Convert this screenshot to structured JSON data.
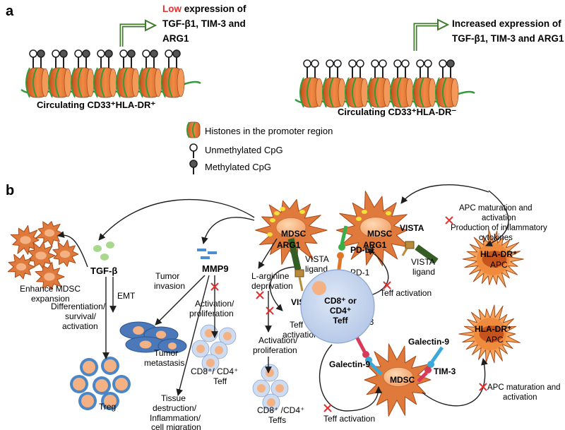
{
  "panel_a": {
    "label": "a",
    "left_caption": "Circulating CD33⁺HLA-DR⁺",
    "right_caption": "Circulating CD33⁺HLA-DR⁻",
    "low_word": "Low",
    "low_rest": " expression of",
    "low_line2": "TGF-β1, TIM-3 and",
    "low_line3": "ARG1",
    "inc_line1": "Increased expression of",
    "inc_line2": "TGF-β1, TIM-3 and ARG1",
    "legend": {
      "histones": "Histones in the promoter region",
      "unmethylated": "Unmethylated CpG",
      "methylated": "Methylated CpG"
    }
  },
  "panel_b": {
    "label": "b",
    "enhance_1": "Enhance MDSC",
    "enhance_2": "expansion",
    "tgfb": "TGF-β",
    "emt": "EMT",
    "diff_1": "Differentiation/",
    "diff_2": "survival/",
    "diff_3": "activation",
    "treg": "Treg",
    "tumor_invasion_1": "Tumor",
    "tumor_invasion_2": "invasion",
    "tumor_meta_1": "Tumor",
    "tumor_meta_2": "metastasis",
    "tissue_1": "Tissue",
    "tissue_2": "destruction/",
    "tissue_3": "Inflammation/",
    "tissue_4": "cell migration",
    "mmp9": "MMP9",
    "act_prolif_1": "Activation/",
    "act_prolif_2": "proliferation",
    "cd8_cd4_teff": "CD8⁺/ CD4⁺",
    "teff": "Teff",
    "larg_1": "L-arginine",
    "larg_2": "deprivation",
    "act_prolif2_1": "Activation/",
    "act_prolif2_2": "proliferation",
    "cd8_cd4_teffs": "CD8⁺ /CD4⁺",
    "teffs": "Teffs",
    "mdsc": "MDSC",
    "arg1": "ARG1",
    "vista": "VISTA",
    "vista_ligand_1": "VISTA",
    "vista_ligand_2": "ligand",
    "pdl1": "PD-L1",
    "pd1": "PD-1",
    "teff_activation_1": "Teff",
    "teff_activation_2": "activation",
    "teff_activation": "Teff activation",
    "center_1": "CD8⁺ or",
    "center_2": "CD4⁺",
    "center_3": "Teff",
    "tim3": "TIM-3",
    "galectin9": "Galectin-9",
    "hladr": "HLA-DR⁺",
    "apc": "APC",
    "apc_mat_1": "APC maturation and",
    "apc_mat_2": "activation",
    "apc_mat_3": "Production of inflammatory",
    "apc_mat_4": "cytokines",
    "apc_mat2_1": "APC maturation and",
    "apc_mat2_2": "activation"
  },
  "colors": {
    "mdsc": "#e07a3c",
    "mdsc_nucleus": "#f4b183",
    "teff_cell": "#c5d5ee",
    "apc": "#f08a3c",
    "treg": "#4b86c6",
    "tumor": "#4a78b8",
    "inhibit_x": "#e0312f",
    "vista_receptor": "#355e25",
    "pdl1": "#3cae49",
    "pd1": "#e07428",
    "tim3": "#d83a5a",
    "galectin9": "#3aa8d8",
    "dna": "#2e9d3a",
    "arrow_green": "#3f7b2b"
  }
}
